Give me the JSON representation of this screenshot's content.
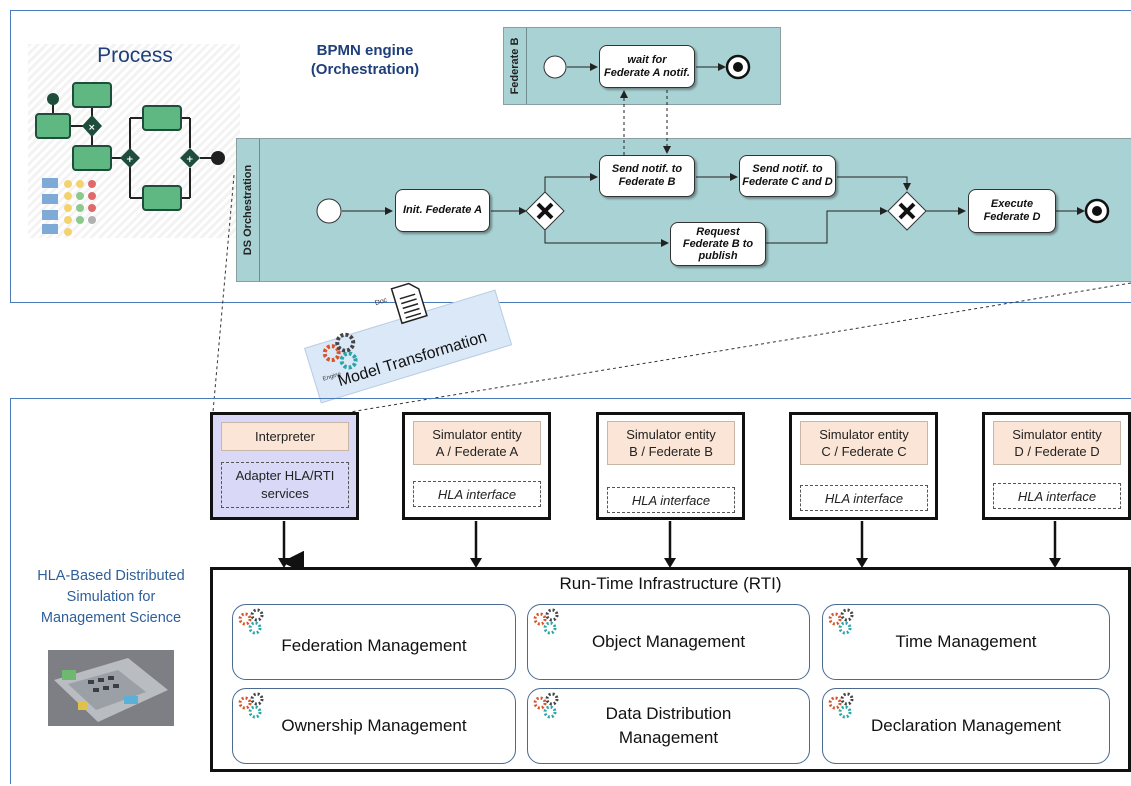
{
  "top": {
    "process_title": "Process",
    "engine_title_line1": "BPMN engine",
    "engine_title_line2": "(Orchestration)"
  },
  "lane_b": {
    "label": "Federate B",
    "task_line1": "wait for",
    "task_line2": "Federate A notif."
  },
  "lane_ds": {
    "label": "DS Orchestration",
    "init": "Init. Federate A",
    "send_b_line1": "Send notif. to",
    "send_b_line2": "Federate B",
    "send_cd_line1": "Send notif. to",
    "send_cd_line2": "Federate C and D",
    "request_line1": "Request",
    "request_line2": "Federate B to",
    "request_line3": "publish",
    "execute_line1": "Execute",
    "execute_line2": "Federate D"
  },
  "transform": {
    "label": "Model Transformation",
    "engine_caption": "Engine",
    "doc_caption": "Doc"
  },
  "federates": [
    {
      "head": "Interpreter",
      "body_line1": "Adapter HLA/RTI",
      "body_line2": "services"
    },
    {
      "head_line1": "Simulator entity",
      "head_line2": "A / Federate A",
      "iface": "HLA interface"
    },
    {
      "head_line1": "Simulator entity",
      "head_line2": "B / Federate B",
      "iface": "HLA interface"
    },
    {
      "head_line1": "Simulator entity",
      "head_line2": "C / Federate C",
      "iface": "HLA interface"
    },
    {
      "head_line1": "Simulator entity",
      "head_line2": "D / Federate D",
      "iface": "HLA interface"
    }
  ],
  "hla_side": {
    "line1": "HLA-Based Distributed",
    "line2": "Simulation for",
    "line3": "Management Science"
  },
  "rti": {
    "title": "Run-Time Infrastructure (RTI)",
    "modules": {
      "federation": "Federation Management",
      "object": "Object Management",
      "time": "Time Management",
      "ownership": "Ownership Management",
      "data_line1": "Data Distribution",
      "data_line2": "Management",
      "declaration": "Declaration Management"
    }
  },
  "colors": {
    "panel_border": "#4a7ab8",
    "lane_fill": "#a9d2d4",
    "entity_head": "#fbe5d6",
    "interpreter_fill": "#d9d9f7",
    "title_blue": "#1f3f7a",
    "side_text_blue": "#2e5f9a"
  }
}
